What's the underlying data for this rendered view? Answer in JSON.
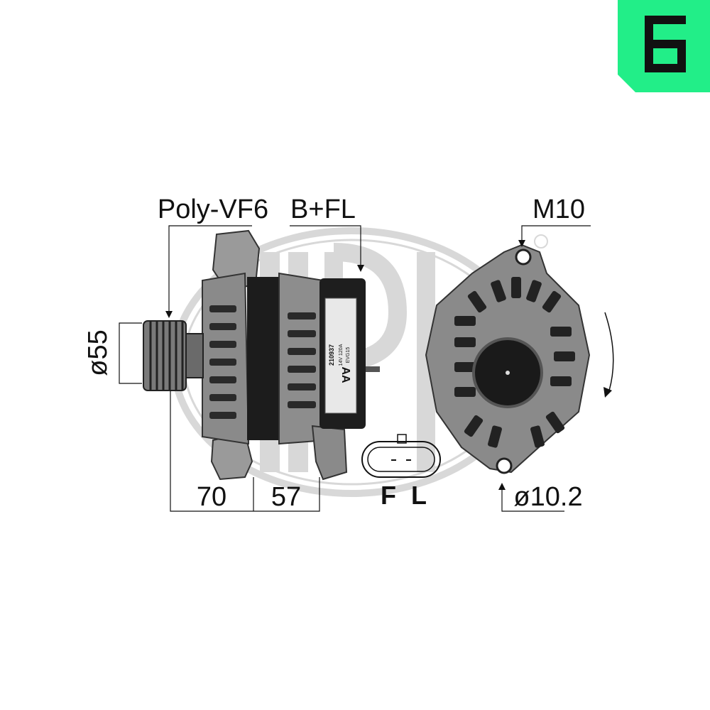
{
  "labels": {
    "pulley_type": "Poly-VF6",
    "terminal": "B+FL",
    "thread": "M10",
    "diameter": "ø55",
    "length_a": "70",
    "length_b": "57",
    "connector_f": "F",
    "connector_l": "L",
    "hole_diameter": "ø10.2"
  },
  "label_plate": {
    "part_number": "210937",
    "rating": "14V 120A",
    "code": "EVG15",
    "mark": "AA"
  },
  "colors": {
    "accent": "#22ee88",
    "watermark": "#d8d8d8",
    "body": "#8a8a8a",
    "dark": "#1c1c1c"
  }
}
